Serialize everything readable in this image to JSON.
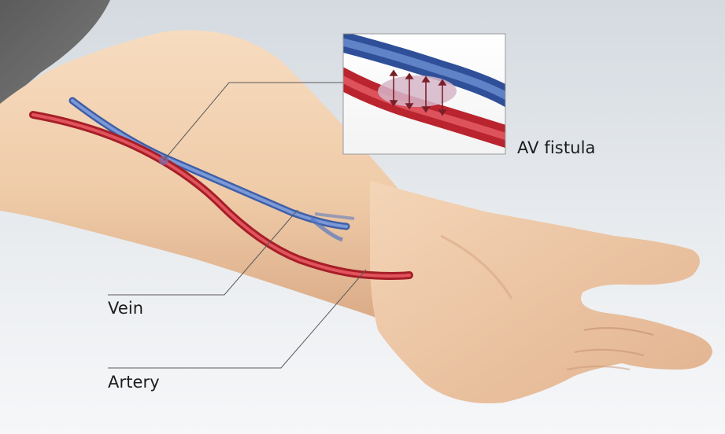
{
  "labels": {
    "av_fistula": "AV fistula",
    "vein": "Vein",
    "artery": "Artery"
  },
  "colors": {
    "background_top": "#d9dee3",
    "background_bottom": "#f5f6f8",
    "skin": "#f0cfae",
    "skin_shadow": "#d7a986",
    "sleeve": "#6e6e6e",
    "vein": "#5577c0",
    "artery": "#c9303a",
    "leader_line": "#5a5a5a",
    "text": "#1c1c1c"
  }
}
